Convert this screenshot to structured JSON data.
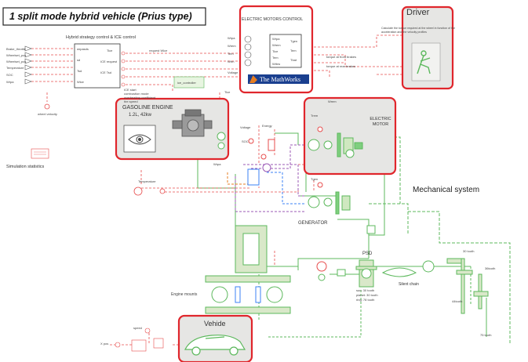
{
  "title": "1 split mode hybrid vehicle (Prius type)",
  "colors": {
    "highlight": "#e0262c",
    "signal": "#e74c4c",
    "mechanical": "#5cb85c",
    "electrical_purple": "#9b59b6",
    "electrical_blue": "#3b82f6",
    "wire_orange": "#e67e22",
    "block_fill": "#e6e6e4"
  },
  "labels": {
    "strategy_title": "Hybrid strategy control & ICE control",
    "motors_control": "ELECTRIC MOTORS CONTROL",
    "driver": "Driver",
    "driver_note": "Calculate the torque required at the wheel in function of the acceleration and the velocity profiles",
    "gasoline_engine": "GASOLINE ENGINE",
    "gasoline_spec": "1.2L, 42kw",
    "electric_motor": "ELECTRIC MOTOR",
    "mechanical_system": "Mechanical system",
    "generator": "GENERATOR",
    "psd": "PSD",
    "silent_chain": "Silent chain",
    "engine_mounts": "Engine mounts",
    "vehicle": "Vehide",
    "simulation_statistics": "Simulation statistics",
    "mathworks": "The MathWorks",
    "ice_controller": "ice_controller",
    "psd_teeth": [
      "sun: 30 tooth",
      "planet: 30 tooth",
      "ring: 78 tooth"
    ],
    "gear_teeth": [
      "30 tooth",
      "36tooth",
      "44tooth",
      "75 tooth"
    ]
  },
  "strategy_inputs": [
    "Brake_throttle",
    "Wheelset_pos",
    "Wheelset_pos",
    "Temperature",
    "SOC",
    "Wrpa"
  ],
  "strategy_ports_in": [
    "wrpasds",
    "sd",
    "Tsd",
    "Wice"
  ],
  "strategy_ports_out": [
    "Tice",
    "ICE request",
    "ICE Tsd"
  ],
  "motors_inputs": [
    "Wrpa",
    "Wrem",
    "Tem",
    "Wtrn",
    "Voltage"
  ],
  "motors_ports_in": [
    "Wrpa",
    "Wrem",
    "Tice",
    "Tem",
    "Wrbw"
  ],
  "motors_ports_out": [
    "Tgen",
    "Tem",
    "Tbat"
  ],
  "misc_labels": {
    "request_wice": "request Wice",
    "torque_front": "torque at front brakes",
    "torque_rear": "torque at rear brakes",
    "ice_start": "ICE start",
    "ice_torque": "ICE max torque",
    "combustion": "combustion mode",
    "overheating": "overheating coefficient",
    "tire_speed": "tire speed",
    "wheel_velocity": "wheel velocity",
    "wrpa": "Wrpa",
    "temperature": "Temperature",
    "voltage": "Voltage",
    "energy": "Energy",
    "soc": "SOC",
    "trem": "Trem",
    "tgen": "Tgen",
    "wrem": "Wrem",
    "speed": "speed",
    "xpos": "X pos",
    "tice": "Tice"
  }
}
